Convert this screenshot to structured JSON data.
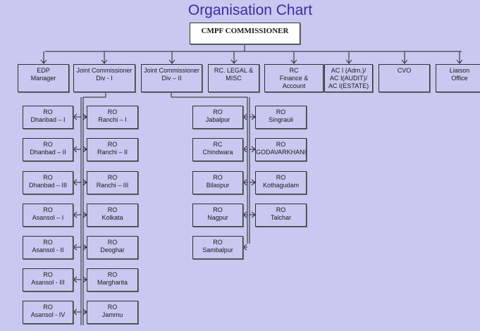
{
  "title": "Organisation Chart",
  "root": "CMPF COMMISSIONER",
  "departments": [
    {
      "id": "edp",
      "lines": [
        "EDP",
        "Manager"
      ]
    },
    {
      "id": "jc1",
      "lines": [
        "Joint Commissioner",
        "Div - I"
      ]
    },
    {
      "id": "jc2",
      "lines": [
        "Joint Commissioner",
        "Div – II"
      ]
    },
    {
      "id": "legal",
      "lines": [
        "RC. LEGAL &",
        "MISC"
      ]
    },
    {
      "id": "finance",
      "lines": [
        "RC",
        "Finance &",
        "Account"
      ]
    },
    {
      "id": "ac",
      "lines": [
        "AC I (Adm.)/",
        "AC I(AUDIT)/",
        "AC I(ESTATE)"
      ]
    },
    {
      "id": "cvo",
      "lines": [
        "CVO"
      ]
    },
    {
      "id": "liaison",
      "lines": [
        "Liaison",
        "Office"
      ]
    }
  ],
  "div1": {
    "left": [
      [
        "RO",
        "Dhanbad – I"
      ],
      [
        "RO",
        "Dhanbad – II"
      ],
      [
        "RO",
        "Dhanbad – III"
      ],
      [
        "RO",
        "Asansol – I"
      ],
      [
        "RO",
        "Asansol - II"
      ],
      [
        "RO",
        "Asansol - III"
      ],
      [
        "RO",
        "Asansol - IV"
      ]
    ],
    "right": [
      [
        "RO",
        "Ranchi – I"
      ],
      [
        "RO",
        "Ranchi – II"
      ],
      [
        "RO",
        "Ranchi – III"
      ],
      [
        "RO",
        "Kolkata"
      ],
      [
        "RO",
        "Deoghar"
      ],
      [
        "RO",
        "Margharita"
      ],
      [
        "RO",
        "Jammu"
      ]
    ]
  },
  "div2": {
    "left": [
      [
        "RO",
        "Jabalpur"
      ],
      [
        "RC",
        "Chindwara"
      ],
      [
        "RO",
        "Bilaspur"
      ],
      [
        "RO",
        "Nagpur"
      ],
      [
        "RO",
        "Sambalpur"
      ]
    ],
    "right": [
      [
        "RO",
        "Singrauli"
      ],
      [
        "RO",
        "GODAVARKHANI"
      ],
      [
        "RO",
        "Kothagudam"
      ],
      [
        "RO",
        "Talchar"
      ]
    ]
  }
}
